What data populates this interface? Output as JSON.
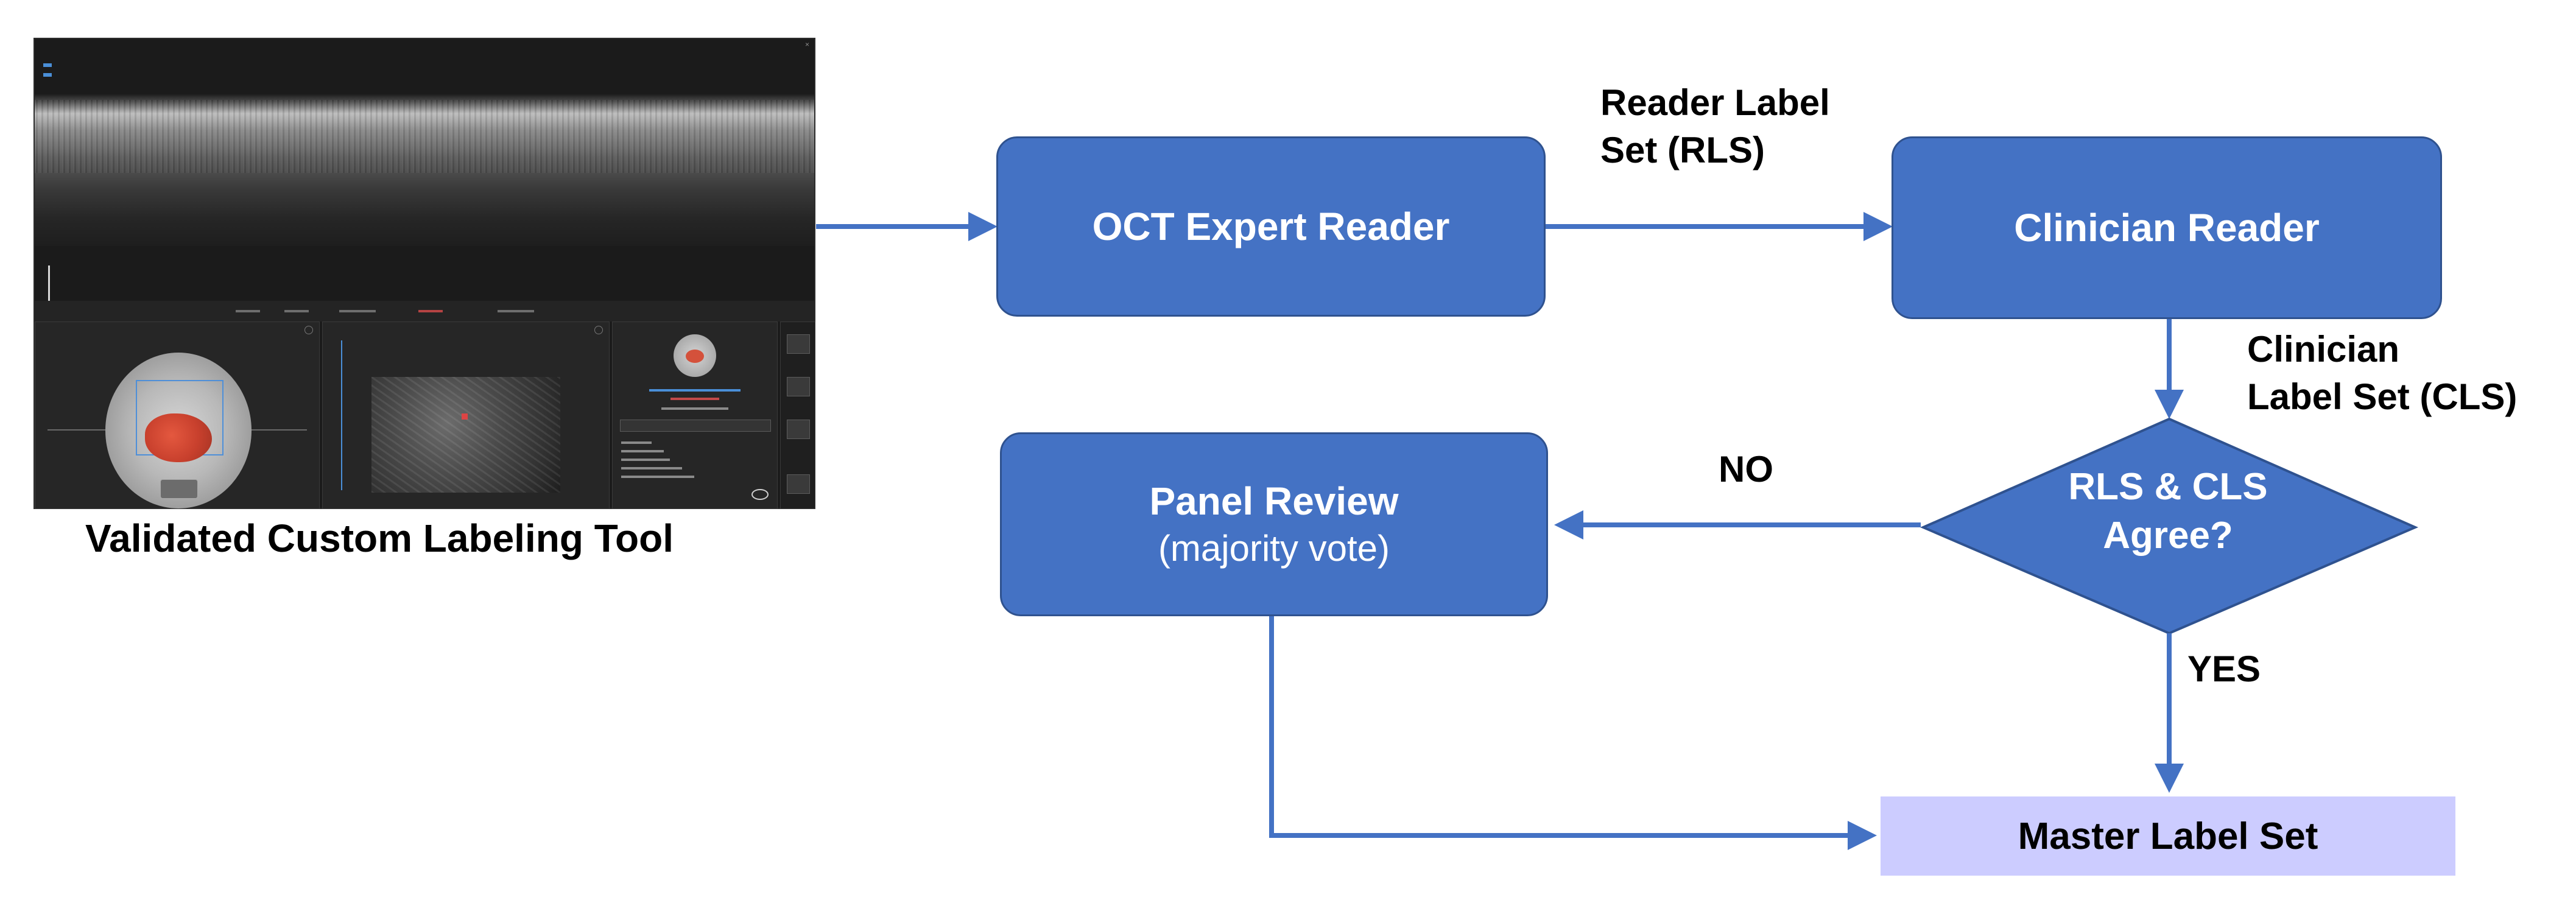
{
  "tool_caption": "Validated Custom Labeling Tool",
  "nodes": {
    "oct_expert": {
      "title": "OCT Expert Reader"
    },
    "clinician": {
      "title": "Clinician Reader"
    },
    "panel": {
      "title": "Panel Review",
      "subtitle": "(majority vote)"
    },
    "decision": {
      "line1": "RLS & CLS",
      "line2": "Agree?"
    },
    "master": {
      "title": "Master Label Set"
    }
  },
  "edge_labels": {
    "rls_line1": "Reader Label",
    "rls_line2": "Set (RLS)",
    "cls_line1": "Clinician",
    "cls_line2": "Label Set (CLS)",
    "no": "NO",
    "yes": "YES"
  },
  "colors": {
    "box_fill": "#4472c4",
    "box_border": "#2f528f",
    "arrow": "#4472c4",
    "master_fill": "#ccccff"
  }
}
